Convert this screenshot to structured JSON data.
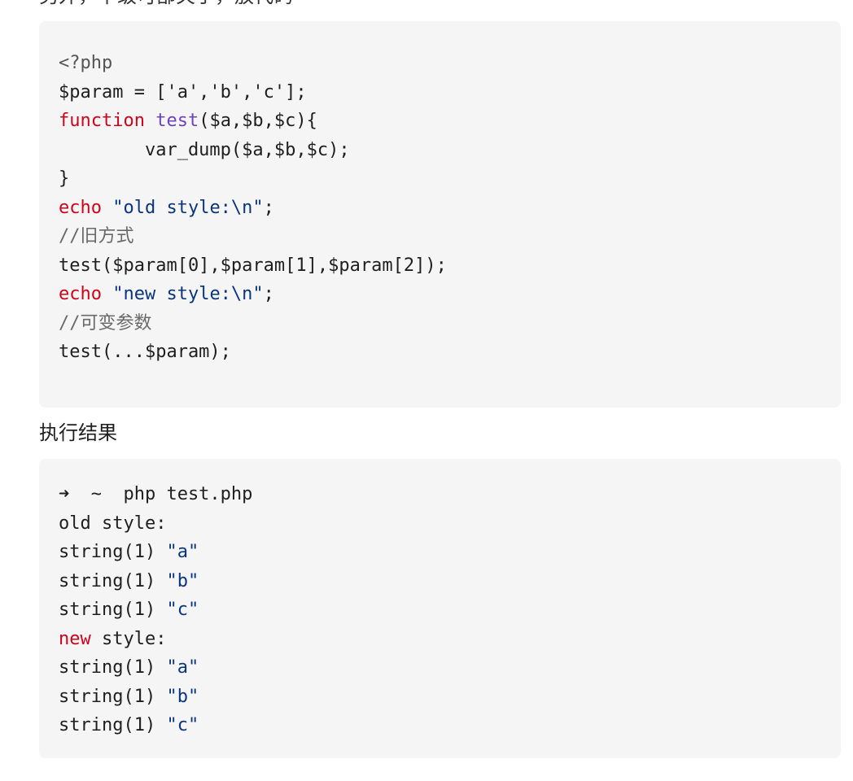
{
  "intro_text": "另外，下级可部关于，放代码",
  "code_block_1": {
    "lines": [
      [
        {
          "t": "meta",
          "v": "<?php"
        }
      ],
      [
        {
          "t": "plain",
          "v": "$param = ['a','b','c'];"
        }
      ],
      [
        {
          "t": "keyword",
          "v": "function"
        },
        {
          "t": "plain",
          "v": " "
        },
        {
          "t": "func",
          "v": "test"
        },
        {
          "t": "plain",
          "v": "($a,$b,$c){"
        }
      ],
      [
        {
          "t": "plain",
          "v": "        var_dump($a,$b,$c);"
        }
      ],
      [
        {
          "t": "plain",
          "v": "}"
        }
      ],
      [
        {
          "t": "keyword",
          "v": "echo"
        },
        {
          "t": "plain",
          "v": " "
        },
        {
          "t": "string",
          "v": "\"old style:\\n\""
        },
        {
          "t": "plain",
          "v": ";"
        }
      ],
      [
        {
          "t": "comment",
          "v": "//旧方式"
        }
      ],
      [
        {
          "t": "plain",
          "v": "test($param[0],$param[1],$param[2]);"
        }
      ],
      [
        {
          "t": "keyword",
          "v": "echo"
        },
        {
          "t": "plain",
          "v": " "
        },
        {
          "t": "string",
          "v": "\"new style:\\n\""
        },
        {
          "t": "plain",
          "v": ";"
        }
      ],
      [
        {
          "t": "comment",
          "v": "//可变参数"
        }
      ],
      [
        {
          "t": "plain",
          "v": "test(...$param);"
        }
      ]
    ]
  },
  "result_heading": "执行结果",
  "code_block_2": {
    "lines": [
      [
        {
          "t": "plain",
          "v": "➜  ~  php test.php"
        }
      ],
      [
        {
          "t": "plain",
          "v": "old style:"
        }
      ],
      [
        {
          "t": "plain",
          "v": "string(1) "
        },
        {
          "t": "string",
          "v": "\"a\""
        }
      ],
      [
        {
          "t": "plain",
          "v": "string(1) "
        },
        {
          "t": "string",
          "v": "\"b\""
        }
      ],
      [
        {
          "t": "plain",
          "v": "string(1) "
        },
        {
          "t": "string",
          "v": "\"c\""
        }
      ],
      [
        {
          "t": "keyword",
          "v": "new"
        },
        {
          "t": "plain",
          "v": " style:"
        }
      ],
      [
        {
          "t": "plain",
          "v": "string(1) "
        },
        {
          "t": "string",
          "v": "\"a\""
        }
      ],
      [
        {
          "t": "plain",
          "v": "string(1) "
        },
        {
          "t": "string",
          "v": "\"b\""
        }
      ],
      [
        {
          "t": "plain",
          "v": "string(1) "
        },
        {
          "t": "string",
          "v": "\"c\""
        }
      ]
    ]
  },
  "colors": {
    "code_background": "#f5f5f5",
    "keyword": "#d0021b",
    "string": "#0a3580",
    "function_name": "#6f42c1",
    "comment": "#6a6a6a",
    "text": "#1f1f1f"
  }
}
